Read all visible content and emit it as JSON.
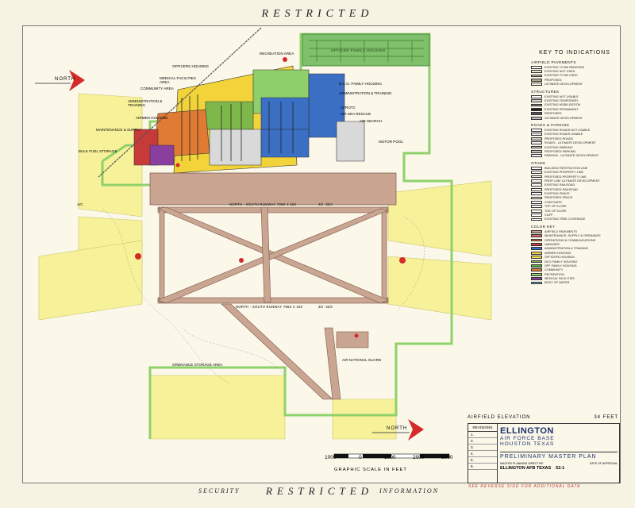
{
  "header": {
    "top_banner": "RESTRICTED"
  },
  "footer": {
    "left": "SECURITY",
    "center": "RESTRICTED",
    "right": "INFORMATION",
    "note": "SEE REVERSE SIDE FOR ADDITIONAL DATA"
  },
  "map_labels": {
    "officers_family_housing": "OFFICER FAMILY HOUSING",
    "recreation_area": "RECREATION AREA",
    "officers_housing": "OFFICERS HOUSING",
    "medical_facilities_area": "MEDICAL FACILITIES AREA",
    "community_area": "COMMUNITY AREA",
    "administration_training": "ADMINISTRATION & TRAINING",
    "airmen_housing": "AIRMEN HOUSING",
    "maintenance_supply": "MAINTENANCE & SUPPLY",
    "bulk_fuel_storage": "BULK FUEL STORAGE",
    "nco_family_housing": "N.C.O. FAMILY HOUSING",
    "administration_training_2": "ADMINISTRATION & TRAINING",
    "aerotc": "AFROTC",
    "air_sea_rescue": "AIR SEA RESCUE",
    "air_search": "AIR SEARCH",
    "motor_pool": "MOTOR POOL",
    "ordnance_storage_area": "ORDNANCE STORAGE AREA",
    "air_national_guard": "AIR NATIONAL GUARD",
    "aic": "A/C",
    "runway_1": "NORTH - SOUTH RUNWAY 7050 X 150",
    "runway_2": "NORTH - SOUTH RUNWAY 7862 X 150",
    "runway_1_dir": "4/2 - 22/4",
    "runway_2_dir": "4/2 - 22/4",
    "north_top": "NORTH",
    "north_bottom": "NORTH"
  },
  "key": {
    "title": "KEY TO INDICATIONS",
    "sections": [
      {
        "heading": "AIRFIELD PAVEMENTS",
        "items": [
          {
            "label": "EXISTING TO BE REMOVED",
            "swatch": "#ffffff"
          },
          {
            "label": "EXISTING NOT USED",
            "swatch": "#e8e4d0"
          },
          {
            "label": "EXISTING TO BE USED",
            "swatch": "#c9bda5"
          },
          {
            "label": "PROPOSED",
            "swatch": "#b8a88e"
          },
          {
            "label": "ULTIMATE DEVELOPMENT",
            "swatch": "#f4f1e1"
          }
        ]
      },
      {
        "heading": "STRUCTURES",
        "items": [
          {
            "label": "EXISTING NOT USABLE",
            "swatch": "#ffffff"
          },
          {
            "label": "EXISTING TEMPORARY",
            "swatch": "#d9d9d9"
          },
          {
            "label": "EXISTING MOBILIZATION",
            "swatch": "#8c8c8c"
          },
          {
            "label": "EXISTING PERMANENT",
            "swatch": "#222222"
          },
          {
            "label": "PROPOSED",
            "swatch": "#555555"
          },
          {
            "label": "ULTIMATE DEVELOPMENT",
            "swatch": "#bdbdbd"
          }
        ]
      },
      {
        "heading": "ROADS & PARKING",
        "items": [
          {
            "label": "EXISTING ROADS NOT USABLE",
            "swatch": "#ffffff"
          },
          {
            "label": "EXISTING ROADS USABLE",
            "swatch": "#e6e6e6"
          },
          {
            "label": "PROPOSED ROADS",
            "swatch": "#cfcfcf"
          },
          {
            "label": "ROADS - ULTIMATE DEVELOPMENT",
            "swatch": "#f2f2f2"
          },
          {
            "label": "EXISTING PARKING",
            "swatch": "#dddddd"
          },
          {
            "label": "PROPOSED PARKING",
            "swatch": "#c4c4c4"
          },
          {
            "label": "PARKING - ULTIMATE DEVELOPMENT",
            "swatch": "#efefef"
          }
        ]
      },
      {
        "heading": "OTHER",
        "items": [
          {
            "label": "BUILDING RESTRICTION LINE",
            "swatch": "#ffffff"
          },
          {
            "label": "EXISTING PROPERTY LINE",
            "swatch": "#ffffff"
          },
          {
            "label": "PROPOSED PROPERTY LINE",
            "swatch": "#ffffff"
          },
          {
            "label": "PROP. LINE ULTIMATE DEVELOPMENT",
            "swatch": "#ffffff"
          },
          {
            "label": "EXISTING RAILROAD",
            "swatch": "#ffffff"
          },
          {
            "label": "PROPOSED RAILROAD",
            "swatch": "#ffffff"
          },
          {
            "label": "EXISTING FENCE",
            "swatch": "#ffffff"
          },
          {
            "label": "PROPOSED FENCE",
            "swatch": "#ffffff"
          },
          {
            "label": "CONTOURS",
            "swatch": "#ffffff"
          },
          {
            "label": "TOP OF SLOPE",
            "swatch": "#ffffff"
          },
          {
            "label": "TOE OF SLOPE",
            "swatch": "#ffffff"
          },
          {
            "label": "CLIFF",
            "swatch": "#ffffff"
          },
          {
            "label": "EXISTING TREE COVERAGE",
            "swatch": "#ffffff"
          }
        ]
      },
      {
        "heading": "COLOR KEY",
        "items": [
          {
            "label": "AIRFIELD PAVEMENTS",
            "swatch": "#c9a592"
          },
          {
            "label": "MAINTENANCE, SUPPLY & ORDNANCE",
            "swatch": "#d96a6a"
          },
          {
            "label": "OPERATIONS & COMMUNICATIONS",
            "swatch": "#e07b34"
          },
          {
            "label": "HANGARS",
            "swatch": "#c73a3a"
          },
          {
            "label": "ADMINISTRATION & TRAINING",
            "swatch": "#3b6fc4"
          },
          {
            "label": "AIRMEN HOUSING",
            "swatch": "#f2d43a"
          },
          {
            "label": "OFFICERS HOUSING",
            "swatch": "#f5e14a"
          },
          {
            "label": "NCO FAMILY HOUSING",
            "swatch": "#7fb84a"
          },
          {
            "label": "OFF FAMILY HOUSING",
            "swatch": "#5aa64a"
          },
          {
            "label": "COMMUNITY",
            "swatch": "#e07b34"
          },
          {
            "label": "RECREATION",
            "swatch": "#8fcf6b"
          },
          {
            "label": "MEDICAL FACILITIES",
            "swatch": "#8a3f9e"
          },
          {
            "label": "BODY OF WATER",
            "swatch": "#6ea4d8"
          }
        ]
      }
    ]
  },
  "title_block": {
    "elevation_label": "AIRFIELD ELEVATION",
    "elevation_value": "34 FEET",
    "revisions_label": "REVISIONS",
    "revision_numbers": [
      "1.",
      "2.",
      "3.",
      "4.",
      "5.",
      "6."
    ],
    "name": "ELLINGTON",
    "line2": "AIR FORCE BASE",
    "line3": "HOUSTON TEXAS",
    "plan_title": "PRELIMINARY MASTER PLAN",
    "footnote_left": "MASTER PLANNING DIRECTIVE",
    "footnote_right": "DATE OF APPROVAL",
    "sheet": "ELLINGTON AFB TEXAS",
    "sheet_no": "52-1"
  },
  "scale": {
    "ticks": [
      "1000",
      "0",
      "1000",
      "2000",
      "3000"
    ],
    "caption": "GRAPHIC SCALE IN FEET"
  },
  "colors": {
    "paper": "#fbf8ea",
    "runway": "#c9a592",
    "clear_zone": "#f7f19a",
    "boundary": "#8fd16a",
    "admin_blue": "#3b6fc4",
    "housing_yellow": "#f2d43a",
    "north_arrow": "#d42a2a"
  }
}
